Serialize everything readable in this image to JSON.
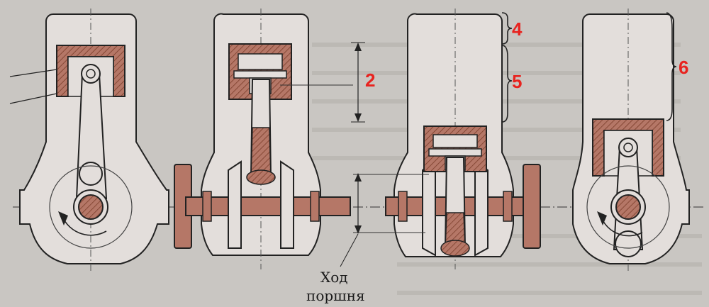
{
  "labels": {
    "n4": "4",
    "n5": "5",
    "n2": "2",
    "n6": "6",
    "caption_line1": "Ход",
    "caption_line2": "поршня"
  },
  "colors": {
    "background": "#c9c6c2",
    "casing": "#e3dedb",
    "metal": "#b57767",
    "hatch": "#7b3d2b",
    "line": "#222222",
    "accent": "#e8231f"
  }
}
